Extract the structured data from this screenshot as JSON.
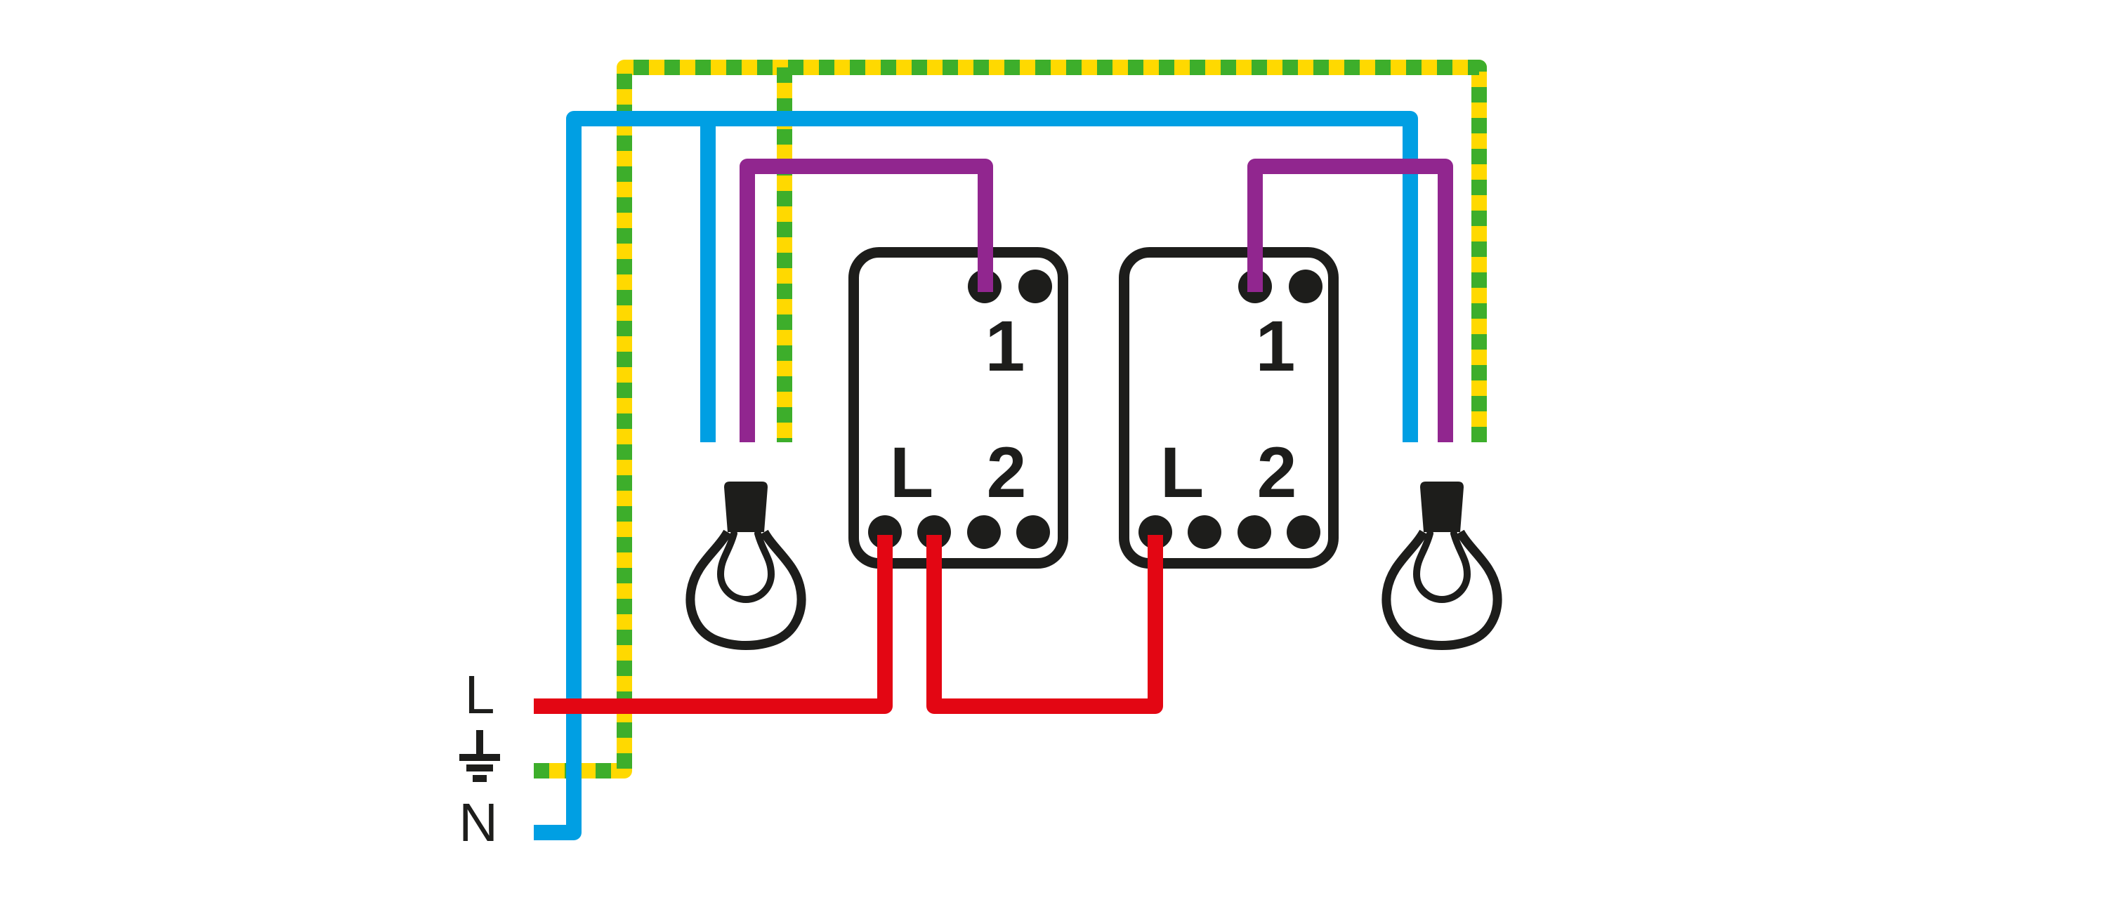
{
  "diagram_title": "two-switch-two-lamp-wiring-diagram",
  "colors": {
    "background": "#ffffff",
    "outline": "#1d1d1b",
    "live": "#e30613",
    "neutral": "#009fe3",
    "switched_live": "#91268f",
    "earth_green": "#3dae2b",
    "earth_yellow": "#ffd900"
  },
  "supply": {
    "live_label": "L",
    "neutral_label": "N",
    "earth_icon": "earth-ground-symbol"
  },
  "switches": [
    {
      "terminal_one_label": "1",
      "common_label": "L",
      "terminal_two_label": "2"
    },
    {
      "terminal_one_label": "1",
      "common_label": "L",
      "terminal_two_label": "2"
    }
  ],
  "lamps": [
    {
      "icon": "light-bulb"
    },
    {
      "icon": "light-bulb"
    }
  ]
}
